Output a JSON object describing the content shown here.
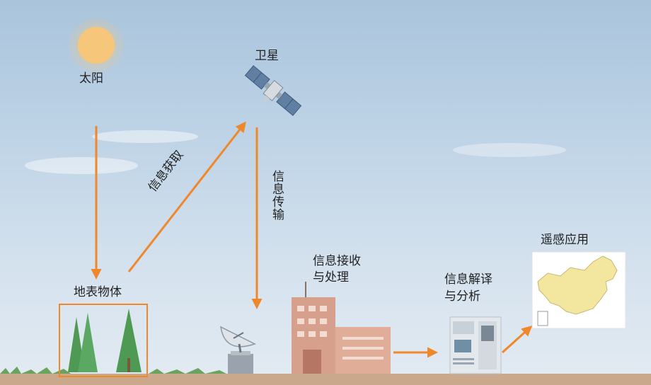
{
  "labels": {
    "sun": "太阳",
    "satellite": "卫星",
    "ground_object": "地表物体",
    "info_acquisition": "信息获取",
    "info_transmission": "信息传输",
    "receive_process_1": "信息接收",
    "receive_process_2": "与处理",
    "decode_analyze_1": "信息解译",
    "decode_analyze_2": "与分析",
    "application": "遥感应用"
  },
  "colors": {
    "arrow": "#f0872a",
    "sun": "#f6c77a",
    "tree": "#4e9a55",
    "building": "#d09a86",
    "map_fill": "#f3e7a0",
    "ground": "#c9a88c"
  },
  "icons": [
    "sun-icon",
    "satellite-icon",
    "tree-icon",
    "dish-antenna-icon",
    "building-icon",
    "computer-terminal-icon",
    "china-map-icon"
  ]
}
